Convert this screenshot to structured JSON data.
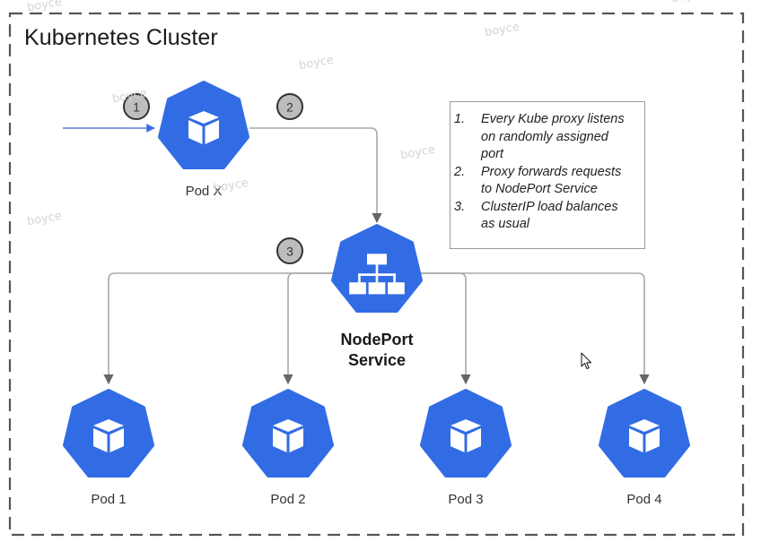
{
  "cluster": {
    "title": "Kubernetes Cluster"
  },
  "colors": {
    "node_fill": "#326CE5",
    "icon_fill": "#ffffff",
    "connector": "#9e9e9e",
    "arrowhead": "#666666",
    "incoming_arrow": "#5a7fdc",
    "badge_fill": "#bdbdbd",
    "badge_stroke": "#333333",
    "border_dash": "#555555"
  },
  "nodes": {
    "pod_x": {
      "label": "Pod X",
      "icon": "cube-icon"
    },
    "service": {
      "label_line1": "NodePort",
      "label_line2": "Service",
      "icon": "network-hierarchy-icon"
    },
    "pods": [
      {
        "label": "Pod 1",
        "icon": "cube-icon"
      },
      {
        "label": "Pod 2",
        "icon": "cube-icon"
      },
      {
        "label": "Pod 3",
        "icon": "cube-icon"
      },
      {
        "label": "Pod 4",
        "icon": "cube-icon"
      }
    ]
  },
  "steps": [
    {
      "number": "1"
    },
    {
      "number": "2"
    },
    {
      "number": "3"
    }
  ],
  "notes": [
    {
      "num": "1.",
      "lines": [
        "Every Kube proxy listens",
        "on randomly assigned",
        "port"
      ]
    },
    {
      "num": "2.",
      "lines": [
        "Proxy forwards requests",
        "to NodePort Service"
      ]
    },
    {
      "num": "3.",
      "lines": [
        "ClusterIP load balances",
        "as usual"
      ]
    }
  ],
  "watermark": {
    "text": "boyce"
  }
}
